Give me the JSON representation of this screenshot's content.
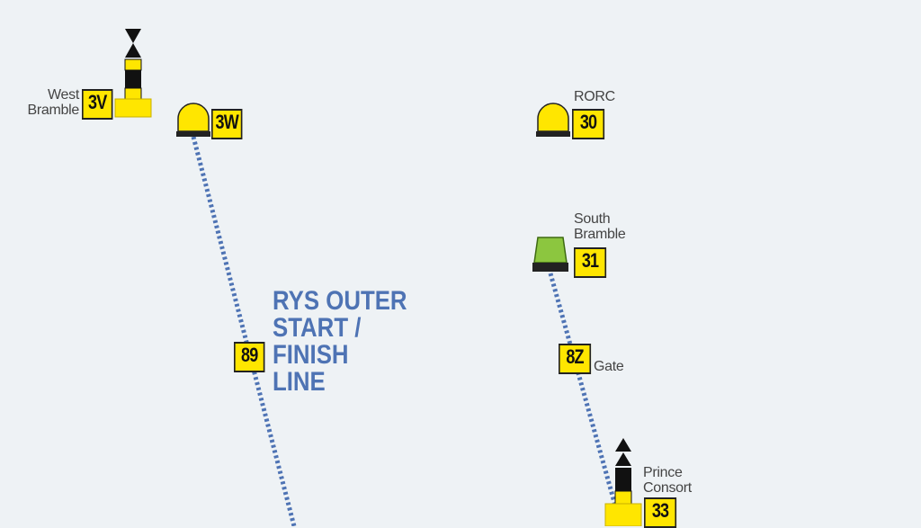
{
  "map": {
    "background": "#eef2f5",
    "line_color": "#4e73b4",
    "buoy_yellow": "#ffe600",
    "buoy_green": "#8cc63f",
    "title_lines": [
      "RYS OUTER",
      "START /",
      "FINISH",
      "LINE"
    ]
  },
  "marks": [
    {
      "id": "3V",
      "name_lines": [
        "West",
        "Bramble"
      ],
      "type": "cardinal-west"
    },
    {
      "id": "3W",
      "name_lines": [],
      "type": "special-conical"
    },
    {
      "id": "30",
      "name_lines": [
        "RORC"
      ],
      "type": "special-conical"
    },
    {
      "id": "31",
      "name_lines": [
        "South",
        "Bramble"
      ],
      "type": "starboard-green"
    },
    {
      "id": "89",
      "name_lines": [],
      "type": "line-mark"
    },
    {
      "id": "8Z",
      "name_lines": [
        "Gate"
      ],
      "type": "line-mark"
    },
    {
      "id": "33",
      "name_lines": [
        "Prince",
        "Consort"
      ],
      "type": "cardinal-north"
    }
  ]
}
